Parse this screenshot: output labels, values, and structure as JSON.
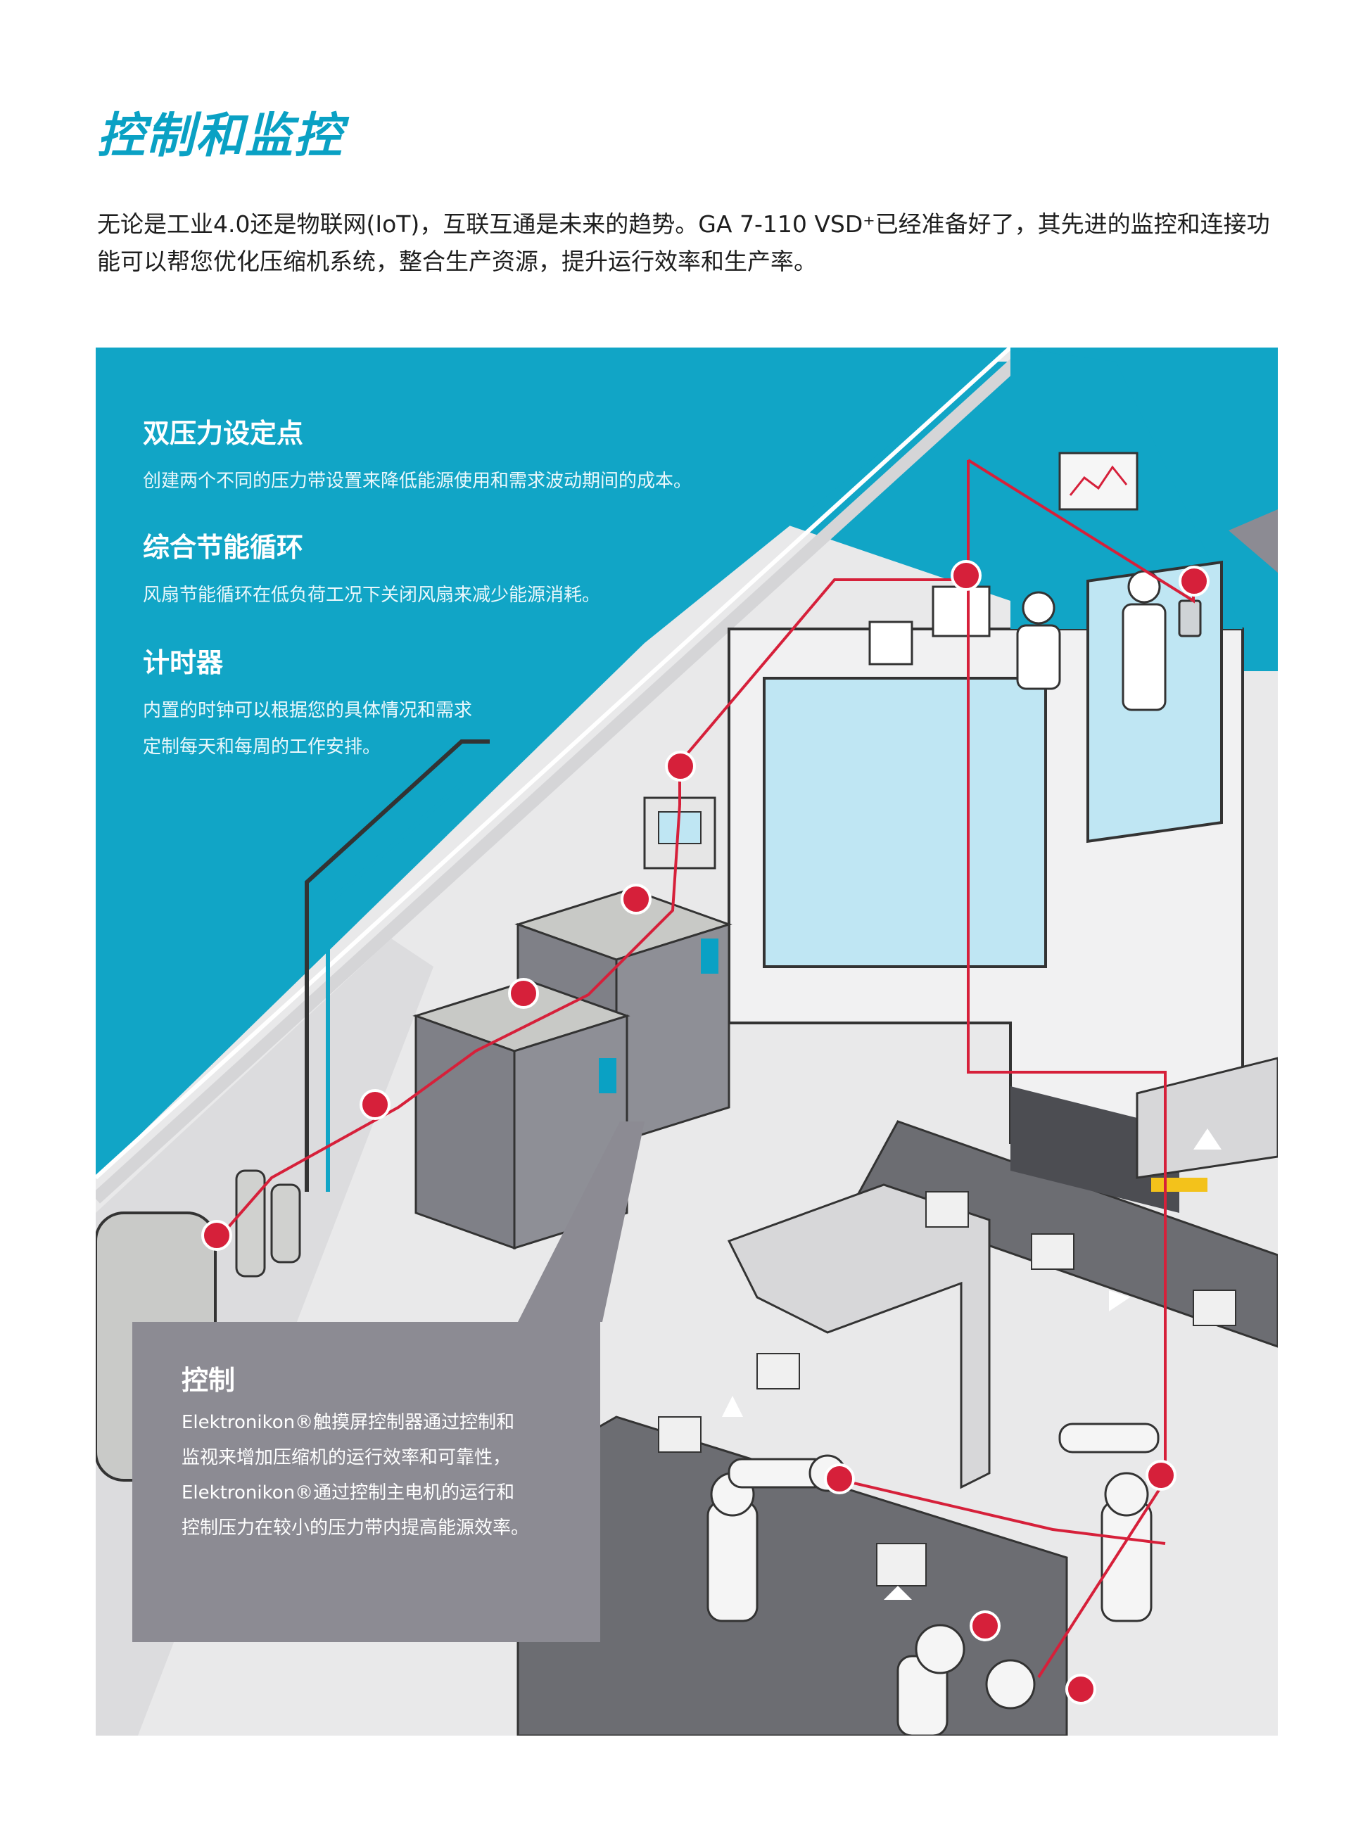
{
  "page": {
    "title": "控制和监控",
    "intro": "无论是工业4.0还是物联网(IoT)，互联互通是未来的趋势。GA 7-110 VSD⁺已经准备好了，其先进的监控和连接功能可以帮您优化压缩机系统，整合生产资源，提升运行效率和生产率。"
  },
  "features": [
    {
      "title": "双压力设定点",
      "desc": "创建两个不同的压力带设置来降低能源使用和需求波动期间的成本。"
    },
    {
      "title": "综合节能循环",
      "desc": "风扇节能循环在低负荷工况下关闭风扇来减少能源消耗。"
    },
    {
      "title": "计时器",
      "desc": "内置的时钟可以根据您的具体情况和需求\n定制每天和每周的工作安排。"
    }
  ],
  "control": {
    "title": "控制",
    "body": "Elektronikon®触摸屏控制器通过控制和\n监视来增加压缩机的运行效率和可靠性，\nElektronikon®通过控制主电机的运行和\n控制压力在较小的压力带内提高能源效率。",
    "panel_color": "#8c8b93"
  },
  "colors": {
    "accent": "#0aa1c4",
    "wall": "#11a5c6",
    "network": "#d6203a",
    "floor": "#e9e9ea"
  },
  "illustration": {
    "icons": [
      "network-node-icon",
      "compressor-icon",
      "robot-arm-icon",
      "conveyor-icon",
      "tablet-icon",
      "monitor-icon",
      "arrow-icon"
    ]
  }
}
